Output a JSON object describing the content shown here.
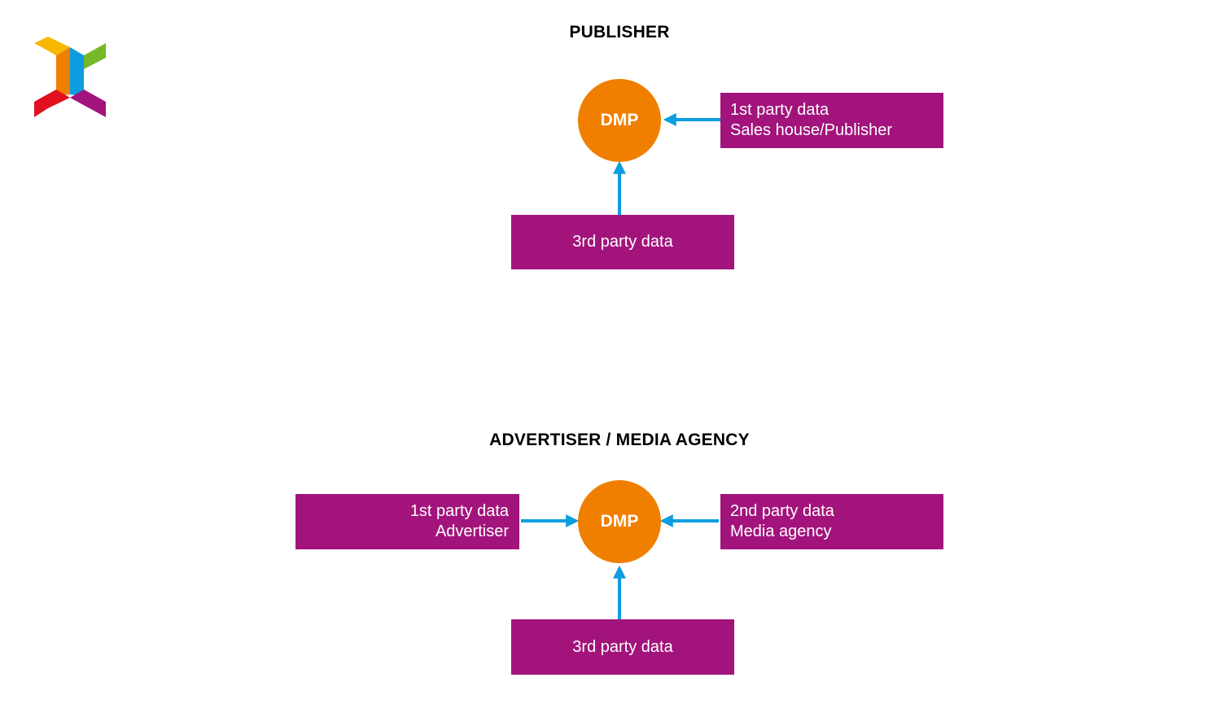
{
  "colors": {
    "dmp": "#f07f00",
    "box": "#a2147c",
    "arrow": "#0c9ee0",
    "logo_yellow": "#f9b800",
    "logo_orange": "#f07f00",
    "logo_blue": "#0c9ee0",
    "logo_green": "#76b82a",
    "logo_red": "#e2101e",
    "logo_purple": "#a2147c"
  },
  "publisher": {
    "title": "PUBLISHER",
    "dmp_label": "DMP",
    "first_party": {
      "line1": "1st party data",
      "line2": "Sales house/Publisher"
    },
    "third_party": {
      "line1": "3rd party data"
    }
  },
  "advertiser": {
    "title": "ADVERTISER / MEDIA AGENCY",
    "dmp_label": "DMP",
    "first_party": {
      "line1": "1st party data",
      "line2": "Advertiser"
    },
    "second_party": {
      "line1": "2nd party data",
      "line2": "Media agency"
    },
    "third_party": {
      "line1": "3rd party data"
    }
  }
}
